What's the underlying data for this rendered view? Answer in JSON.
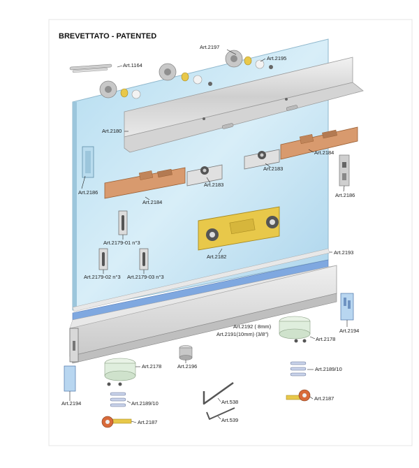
{
  "title": "BREVETTATO - PATENTED",
  "labels": {
    "a1164": "Art.1164",
    "a2197": "Art.2197",
    "a2195": "Art.2195",
    "a2180": "Art.2180",
    "a2184_top": "Art.2184",
    "a2183_top": "Art.2183",
    "a2183_mid": "Art.2183",
    "a2186_left": "Art.2186",
    "a2186_right": "Art.2186",
    "a2184_left": "Art.2184",
    "a2179_01": "Art.2179-01 n°3",
    "a2182": "Art.2182",
    "a2179_02": "Art.2179-02 n°3",
    "a2179_03": "Art.2179-03 n°3",
    "a2193": "Art.2193",
    "a2192": "Art.2192 ( 8mm)",
    "a2191": "Art.2191(10mm) (3/8\")",
    "a2194_right": "Art.2194",
    "a2178_right": "Art.2178",
    "a2178_left": "Art.2178",
    "a2196": "Art.2196",
    "a2189_right": "Art.2189/10",
    "a2189_left": "Art.2189/10",
    "a2187_right": "Art.2187",
    "a2187_left": "Art.2187",
    "a538": "Art.538",
    "a539": "Art.539",
    "a2194_left": "Art.2194"
  },
  "colors": {
    "glass": "#c6e6f3",
    "aluminium": "#dcdcdc",
    "copper": "#d89a6e",
    "brass": "#e8c84a",
    "frosted": "#dfeedd",
    "dark": "#555555"
  }
}
